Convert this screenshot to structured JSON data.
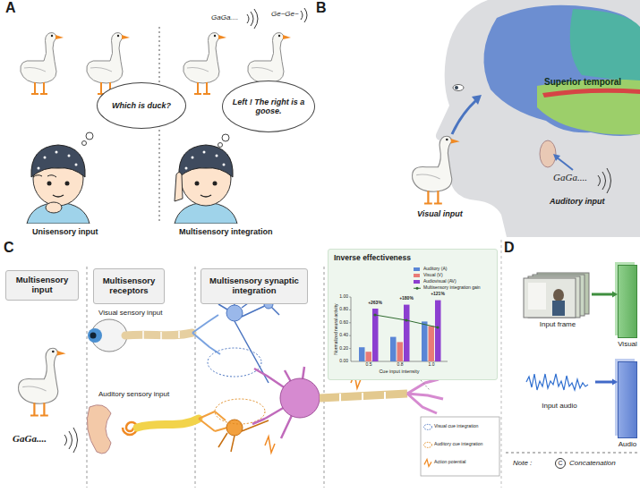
{
  "diagram": {
    "nodes": [
      {
        "text": [
          "Which is duck?"
        ]
      },
      {
        "text": [
          "Left ! The right is a goose."
        ]
      },
      {
        "text": [
          "Superior temporal"
        ]
      },
      {
        "text": [
          "Multisensory input"
        ]
      },
      {
        "text": [
          "Multisensory receptors"
        ]
      },
      {
        "text": [
          "Multisensory synaptic integration"
        ]
      },
      {
        "text": [
          "Inverse effectiveness"
        ]
      },
      {
        "text": [
          "Input frame"
        ]
      },
      {
        "text": [
          "Visual"
        ]
      },
      {
        "text": [
          "Input audio"
        ]
      },
      {
        "text": [
          "Audio"
        ]
      }
    ],
    "edges": [
      {
        "from": 7,
        "to": 8,
        "arrow": "to"
      },
      {
        "from": 9,
        "to": 10,
        "arrow": "to"
      }
    ],
    "labels": [
      "A",
      "GaGa....",
      "Ge~Ge~",
      "Unisensory input",
      "Multisensory integration",
      "B",
      "Visual input",
      "GaGa....",
      "Auditory input",
      "C",
      "Visual sensory input",
      "Auditory sensory input",
      "GaGa....",
      "+263%",
      "+180%",
      "+121%",
      "Normalized neural activity",
      "Cue input intensity",
      "1.00",
      "0.80",
      "0.60",
      "0.40",
      "0.20",
      "0.00",
      "0.5",
      "0.8",
      "1.0",
      "D",
      "Note :",
      "C",
      "Concatenation"
    ],
    "legend": [
      {
        "text": "Auditory (A)",
        "color": "#5a86d6"
      },
      {
        "text": "Visual (V)",
        "color": "#e87b77"
      },
      {
        "text": "Audiovisual (AV)",
        "color": "#8c3fd0"
      },
      {
        "text": "Multisensory integration gain"
      },
      {
        "text": "Visual cue integration"
      },
      {
        "text": "Auditory cue integration"
      },
      {
        "text": "Action potential"
      }
    ]
  }
}
